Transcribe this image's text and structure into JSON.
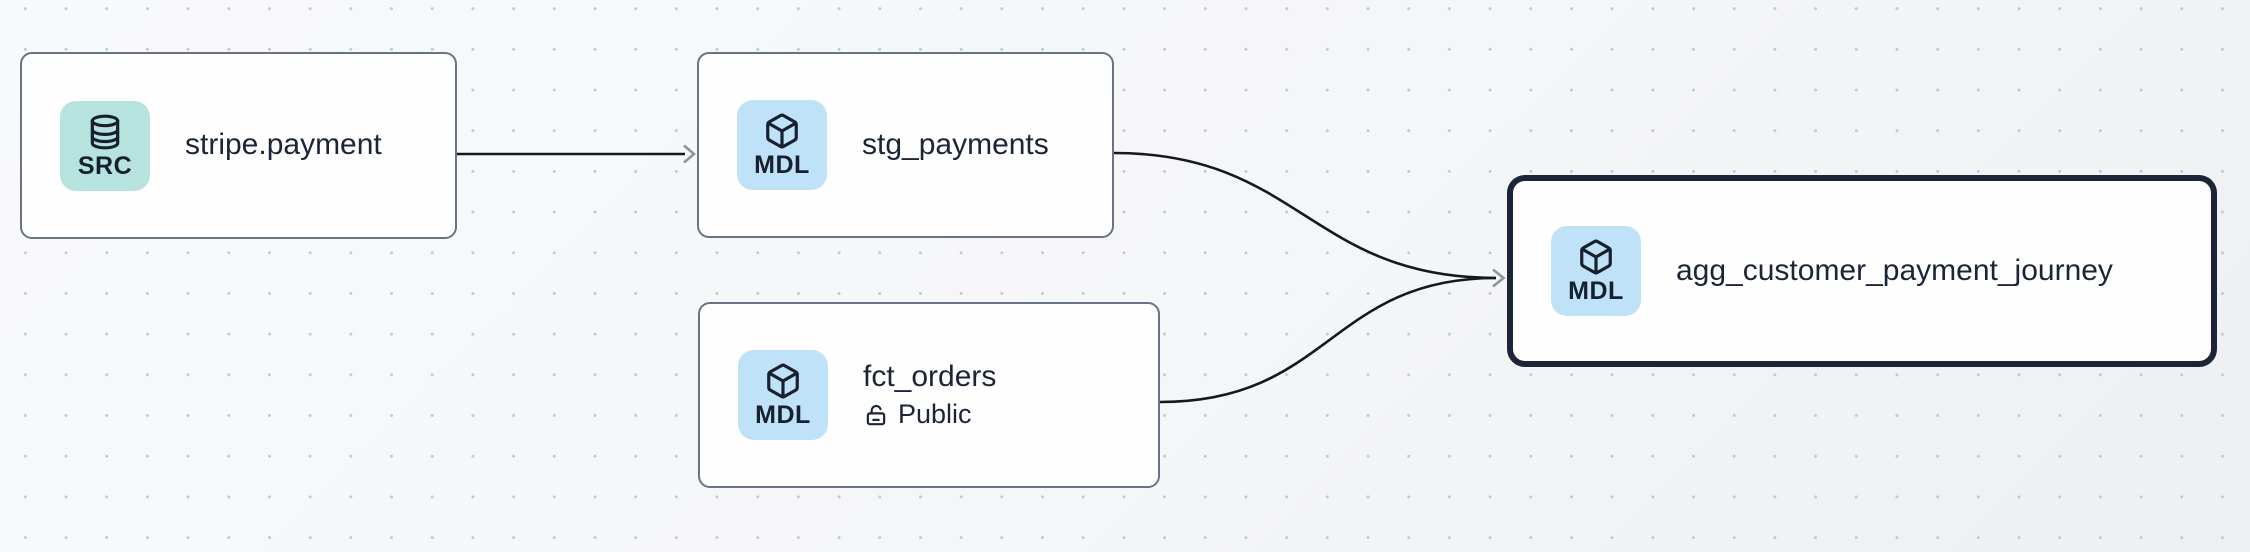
{
  "canvas": {
    "kind": "lineage-graph",
    "background_color": "#f6f7f9",
    "dot_color": "#c3c7ce",
    "edge_color": "#15181f",
    "arrowhead_color": "#8e95a1",
    "node_border_color": "#6a7383",
    "selected_border_color": "#1b2537",
    "title_color": "#1b2537"
  },
  "badge_types": {
    "src": {
      "label": "SRC",
      "icon": "database-icon",
      "color": "#b7e3de"
    },
    "mdl": {
      "label": "MDL",
      "icon": "cube-icon",
      "color": "#c0e2f8"
    }
  },
  "nodes": [
    {
      "title": "stripe.payment",
      "badge": {
        "label": "SRC",
        "icon": "database-icon",
        "color": "#b7e3de"
      },
      "selected": false
    },
    {
      "title": "stg_payments",
      "badge": {
        "label": "MDL",
        "icon": "cube-icon",
        "color": "#c0e2f8"
      },
      "selected": false
    },
    {
      "title": "fct_orders",
      "badge": {
        "label": "MDL",
        "icon": "cube-icon",
        "color": "#c0e2f8"
      },
      "access": "Public",
      "access_icon": "unlock-icon",
      "selected": false
    },
    {
      "title": "agg_customer_payment_journey",
      "badge": {
        "label": "MDL",
        "icon": "cube-icon",
        "color": "#c0e2f8"
      },
      "selected": true
    }
  ],
  "edges": [
    {
      "from": "stripe.payment",
      "to": "stg_payments"
    },
    {
      "from": "stg_payments",
      "to": "agg_customer_payment_journey"
    },
    {
      "from": "fct_orders",
      "to": "agg_customer_payment_journey"
    }
  ]
}
